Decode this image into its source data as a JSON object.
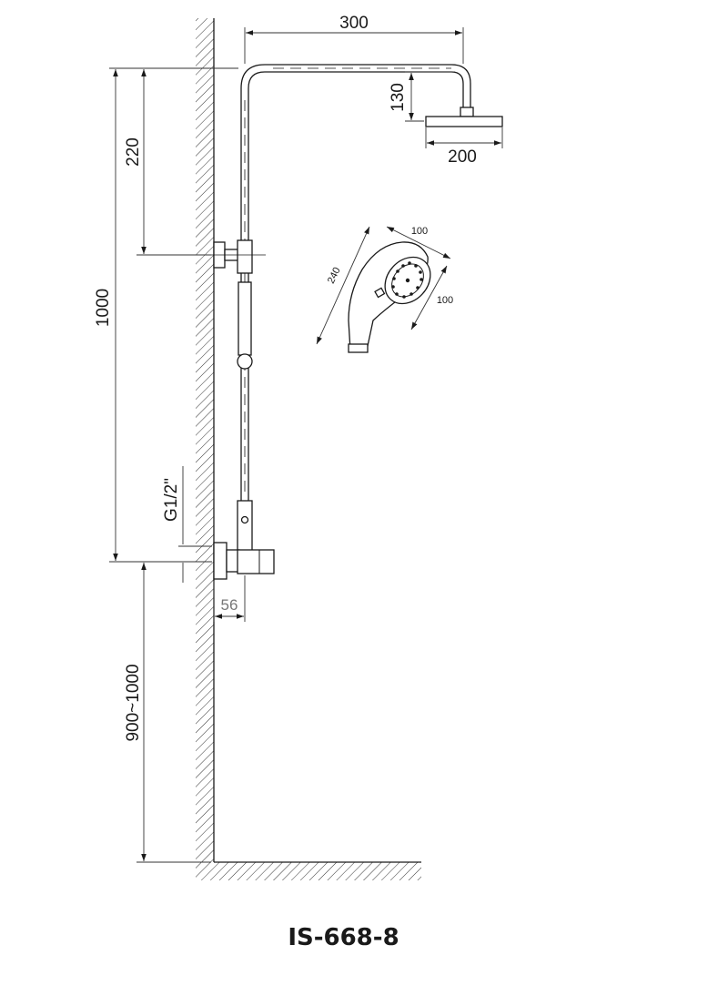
{
  "drawing": {
    "dimensions": {
      "arm_length": "300",
      "arm_drop": "130",
      "head_diameter": "200",
      "top_to_bracket": "220",
      "bracket_to_inlet": "1000",
      "inlet_thread": "G1/2\"",
      "wall_offset": "56",
      "floor_height": "900~1000"
    },
    "hand_shower": {
      "length": "240",
      "width": "100",
      "depth": "100"
    }
  },
  "model": {
    "code": "IS-668-8"
  },
  "colors": {
    "line": "#1a1a1a",
    "dim_line": "#333333"
  }
}
